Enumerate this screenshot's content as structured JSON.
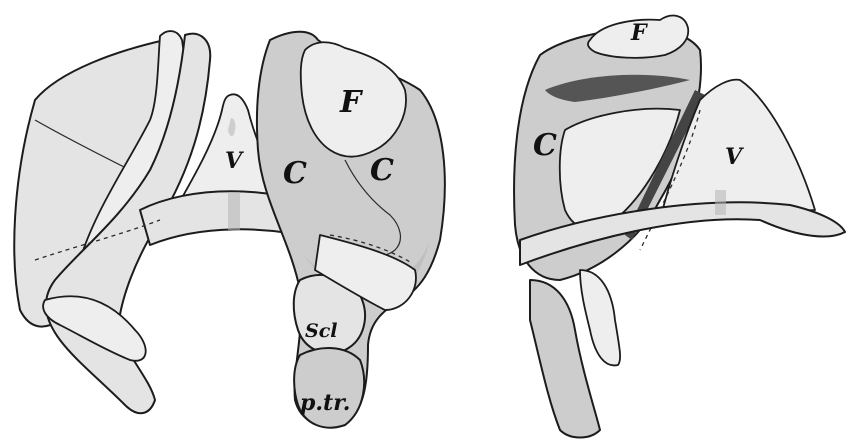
{
  "figure": {
    "left_view": {
      "labels": {
        "f": "F",
        "v": "V",
        "c1": "C",
        "c2": "C",
        "scl": "Scl",
        "ptr": "p.tr."
      }
    },
    "right_view": {
      "labels": {
        "f": "F",
        "c": "C",
        "v": "V"
      }
    }
  }
}
